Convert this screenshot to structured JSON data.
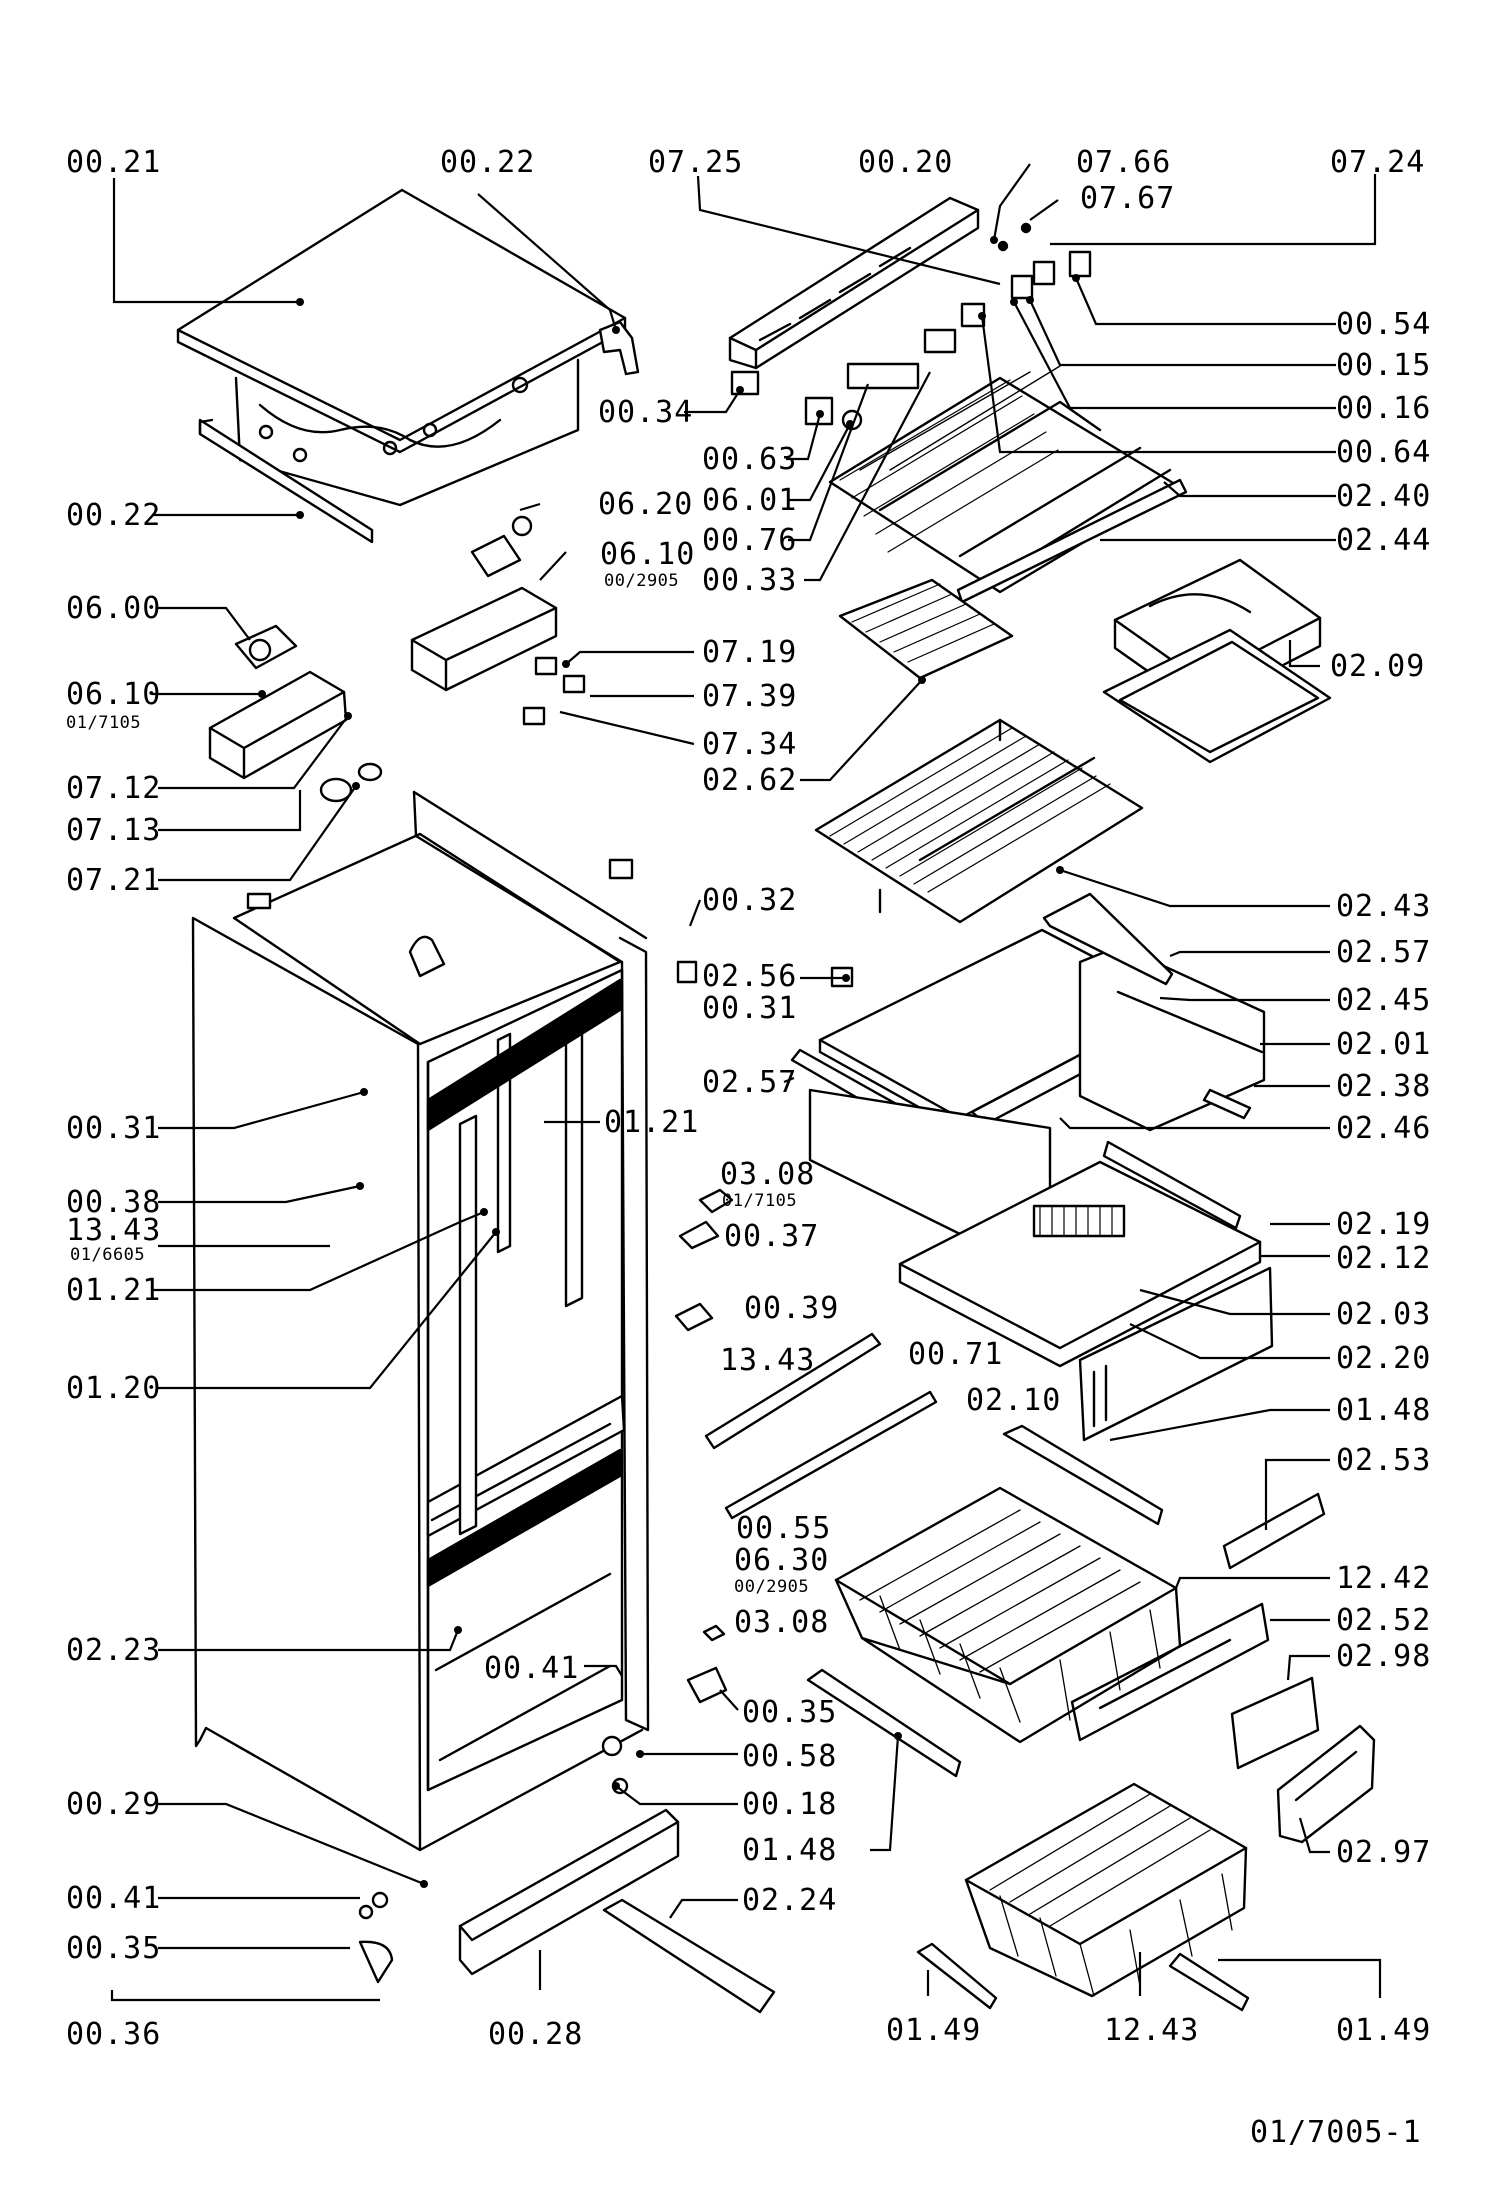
{
  "diagram": {
    "drawing_number": "01/7005-1",
    "labels": [
      {
        "id": "l1",
        "text": "00.21"
      },
      {
        "id": "l2",
        "text": "00.22"
      },
      {
        "id": "l3",
        "text": "07.25"
      },
      {
        "id": "l4",
        "text": "00.20"
      },
      {
        "id": "l5",
        "text": "07.66"
      },
      {
        "id": "l6",
        "text": "07.67"
      },
      {
        "id": "l7",
        "text": "07.24"
      },
      {
        "id": "l8",
        "text": "00.54"
      },
      {
        "id": "l9",
        "text": "00.15"
      },
      {
        "id": "l10",
        "text": "00.16"
      },
      {
        "id": "l11",
        "text": "00.64"
      },
      {
        "id": "l12",
        "text": "02.40"
      },
      {
        "id": "l13",
        "text": "02.44"
      },
      {
        "id": "l14",
        "text": "00.34"
      },
      {
        "id": "l15",
        "text": "00.63"
      },
      {
        "id": "l16",
        "text": "06.01"
      },
      {
        "id": "l17",
        "text": "00.76"
      },
      {
        "id": "l18",
        "text": "00.33"
      },
      {
        "id": "l19",
        "text": "00.22"
      },
      {
        "id": "l20",
        "text": "06.20"
      },
      {
        "id": "l21",
        "text": "06.10"
      },
      {
        "id": "l22",
        "text": "06.00"
      },
      {
        "id": "l23",
        "text": "06.10"
      },
      {
        "id": "l24",
        "text": "07.19"
      },
      {
        "id": "l25",
        "text": "07.39"
      },
      {
        "id": "l26",
        "text": "07.34"
      },
      {
        "id": "l27",
        "text": "07.12"
      },
      {
        "id": "l28",
        "text": "07.13"
      },
      {
        "id": "l29",
        "text": "07.21"
      },
      {
        "id": "l30",
        "text": "02.62"
      },
      {
        "id": "l31",
        "text": "02.09"
      },
      {
        "id": "l32",
        "text": "02.43"
      },
      {
        "id": "l33",
        "text": "00.32"
      },
      {
        "id": "l34",
        "text": "02.56"
      },
      {
        "id": "l35",
        "text": "00.31"
      },
      {
        "id": "l36",
        "text": "02.57"
      },
      {
        "id": "l37",
        "text": "02.45"
      },
      {
        "id": "l38",
        "text": "02.01"
      },
      {
        "id": "l39",
        "text": "02.57"
      },
      {
        "id": "l40",
        "text": "02.38"
      },
      {
        "id": "l41",
        "text": "00.31"
      },
      {
        "id": "l42",
        "text": "01.21"
      },
      {
        "id": "l43",
        "text": "02.46"
      },
      {
        "id": "l44",
        "text": "00.38"
      },
      {
        "id": "l45",
        "text": "03.08"
      },
      {
        "id": "l46",
        "text": "13.43"
      },
      {
        "id": "l47",
        "text": "00.37"
      },
      {
        "id": "l48",
        "text": "02.19"
      },
      {
        "id": "l49",
        "text": "02.12"
      },
      {
        "id": "l50",
        "text": "01.21"
      },
      {
        "id": "l51",
        "text": "00.39"
      },
      {
        "id": "l52",
        "text": "02.03"
      },
      {
        "id": "l53",
        "text": "02.20"
      },
      {
        "id": "l54",
        "text": "13.43"
      },
      {
        "id": "l55",
        "text": "00.71"
      },
      {
        "id": "l56",
        "text": "01.20"
      },
      {
        "id": "l57",
        "text": "02.10"
      },
      {
        "id": "l58",
        "text": "01.48"
      },
      {
        "id": "l59",
        "text": "02.53"
      },
      {
        "id": "l60",
        "text": "00.55"
      },
      {
        "id": "l61",
        "text": "06.30"
      },
      {
        "id": "l62",
        "text": "12.42"
      },
      {
        "id": "l63",
        "text": "02.52"
      },
      {
        "id": "l64",
        "text": "02.23"
      },
      {
        "id": "l65",
        "text": "03.08"
      },
      {
        "id": "l66",
        "text": "02.98"
      },
      {
        "id": "l67",
        "text": "00.41"
      },
      {
        "id": "l68",
        "text": "00.35"
      },
      {
        "id": "l69",
        "text": "00.58"
      },
      {
        "id": "l70",
        "text": "00.29"
      },
      {
        "id": "l71",
        "text": "00.18"
      },
      {
        "id": "l72",
        "text": "02.97"
      },
      {
        "id": "l73",
        "text": "01.48"
      },
      {
        "id": "l74",
        "text": "00.41"
      },
      {
        "id": "l75",
        "text": "02.24"
      },
      {
        "id": "l76",
        "text": "00.35"
      },
      {
        "id": "l77",
        "text": "00.36"
      },
      {
        "id": "l78",
        "text": "00.28"
      },
      {
        "id": "l79",
        "text": "01.49"
      },
      {
        "id": "l80",
        "text": "12.43"
      },
      {
        "id": "l81",
        "text": "01.49"
      }
    ],
    "sublabels": [
      {
        "id": "s1",
        "text": "00/2905"
      },
      {
        "id": "s2",
        "text": "01/7105"
      },
      {
        "id": "s3",
        "text": "01/7105"
      },
      {
        "id": "s4",
        "text": "01/6605"
      },
      {
        "id": "s5",
        "text": "00/2905"
      }
    ]
  }
}
